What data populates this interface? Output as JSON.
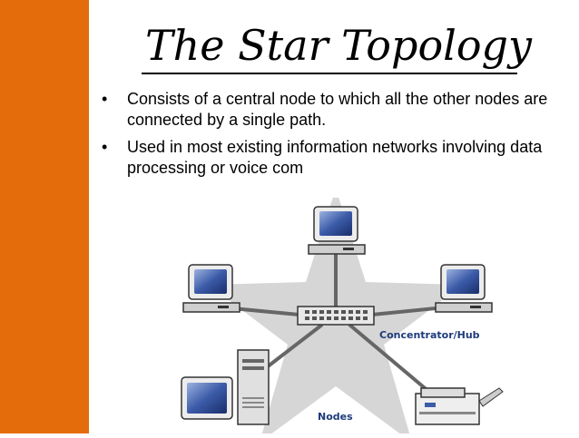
{
  "slide": {
    "title": "The Star Topology",
    "bullets": [
      "Consists of a central node to which all the other nodes are connected by a single path.",
      "Used in most existing information networks involving data processing or voice com"
    ],
    "bullet_symbol": "•"
  },
  "diagram": {
    "hub_label": "Concentrator/Hub",
    "nodes_label": "Nodes"
  },
  "colors": {
    "sidebar": "#E46C0A",
    "star": "#D6D6D6",
    "screen": "#3B5BA8"
  }
}
